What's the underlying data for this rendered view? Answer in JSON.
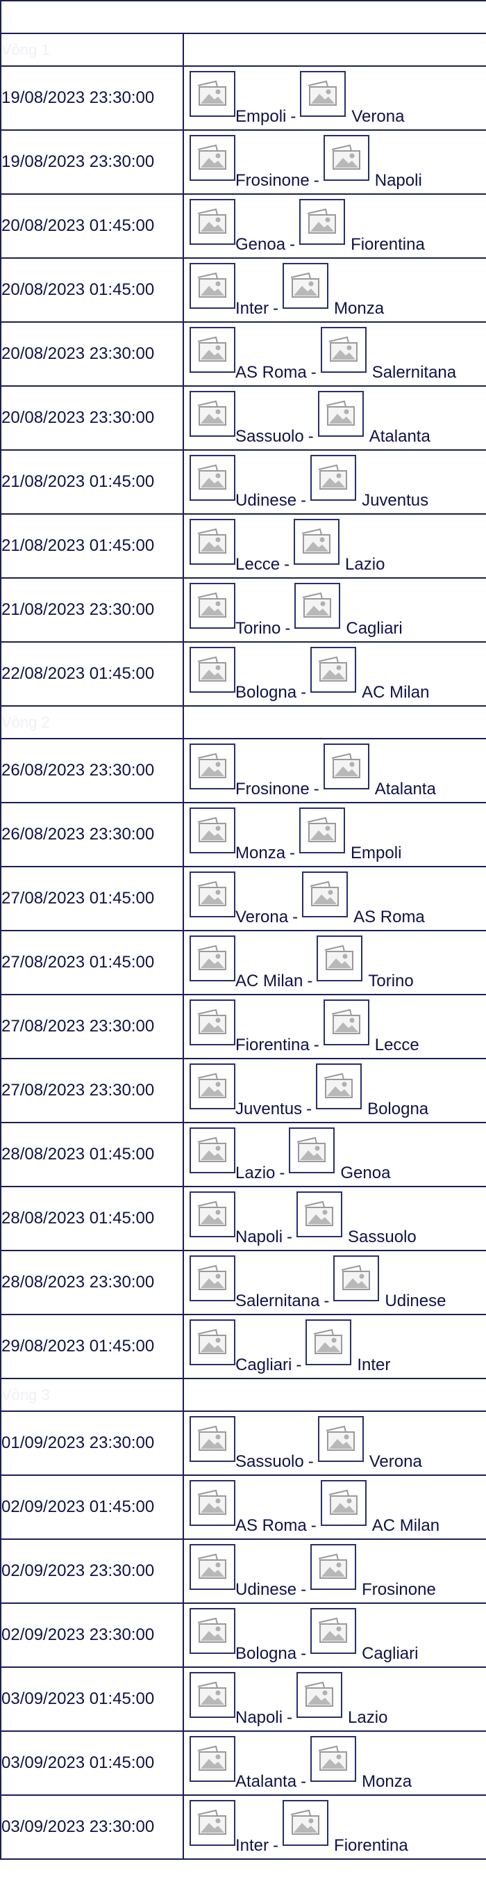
{
  "table": {
    "header": "",
    "separator": "-",
    "rounds": [
      {
        "label": "Vòng 1",
        "matches": [
          {
            "time": "19/08/2023 23:30:00",
            "home": "Empoli",
            "away": "Verona"
          },
          {
            "time": "19/08/2023 23:30:00",
            "home": "Frosinone",
            "away": "Napoli"
          },
          {
            "time": "20/08/2023 01:45:00",
            "home": "Genoa",
            "away": "Fiorentina"
          },
          {
            "time": "20/08/2023 01:45:00",
            "home": "Inter",
            "away": "Monza"
          },
          {
            "time": "20/08/2023 23:30:00",
            "home": "AS Roma",
            "away": "Salernitana"
          },
          {
            "time": "20/08/2023 23:30:00",
            "home": "Sassuolo",
            "away": "Atalanta"
          },
          {
            "time": "21/08/2023 01:45:00",
            "home": "Udinese",
            "away": "Juventus"
          },
          {
            "time": "21/08/2023 01:45:00",
            "home": "Lecce",
            "away": "Lazio"
          },
          {
            "time": "21/08/2023 23:30:00",
            "home": "Torino",
            "away": "Cagliari"
          },
          {
            "time": "22/08/2023 01:45:00",
            "home": "Bologna",
            "away": "AC Milan"
          }
        ]
      },
      {
        "label": "Vòng 2",
        "matches": [
          {
            "time": "26/08/2023 23:30:00",
            "home": "Frosinone",
            "away": "Atalanta"
          },
          {
            "time": "26/08/2023 23:30:00",
            "home": "Monza",
            "away": "Empoli"
          },
          {
            "time": "27/08/2023 01:45:00",
            "home": "Verona",
            "away": "AS Roma"
          },
          {
            "time": "27/08/2023 01:45:00",
            "home": "AC Milan",
            "away": "Torino"
          },
          {
            "time": "27/08/2023 23:30:00",
            "home": "Fiorentina",
            "away": "Lecce"
          },
          {
            "time": "27/08/2023 23:30:00",
            "home": "Juventus",
            "away": "Bologna"
          },
          {
            "time": "28/08/2023 01:45:00",
            "home": "Lazio",
            "away": "Genoa"
          },
          {
            "time": "28/08/2023 01:45:00",
            "home": "Napoli",
            "away": "Sassuolo"
          },
          {
            "time": "28/08/2023 23:30:00",
            "home": "Salernitana",
            "away": "Udinese"
          },
          {
            "time": "29/08/2023 01:45:00",
            "home": "Cagliari",
            "away": "Inter"
          }
        ]
      },
      {
        "label": "Vòng 3",
        "matches": [
          {
            "time": "01/09/2023 23:30:00",
            "home": "Sassuolo",
            "away": "Verona"
          },
          {
            "time": "02/09/2023 01:45:00",
            "home": "AS Roma",
            "away": "AC Milan"
          },
          {
            "time": "02/09/2023 23:30:00",
            "home": "Udinese",
            "away": "Frosinone"
          },
          {
            "time": "02/09/2023 23:30:00",
            "home": "Bologna",
            "away": "Cagliari"
          },
          {
            "time": "03/09/2023 01:45:00",
            "home": "Napoli",
            "away": "Lazio"
          },
          {
            "time": "03/09/2023 01:45:00",
            "home": "Atalanta",
            "away": "Monza"
          },
          {
            "time": "03/09/2023 23:30:00",
            "home": "Inter",
            "away": "Fiorentina"
          }
        ]
      }
    ]
  },
  "icons": {
    "team_logo": "broken-image-icon"
  },
  "colors": {
    "border": "#1c1f55",
    "text": "#0f1247",
    "round_label": "#f0f0f6"
  }
}
